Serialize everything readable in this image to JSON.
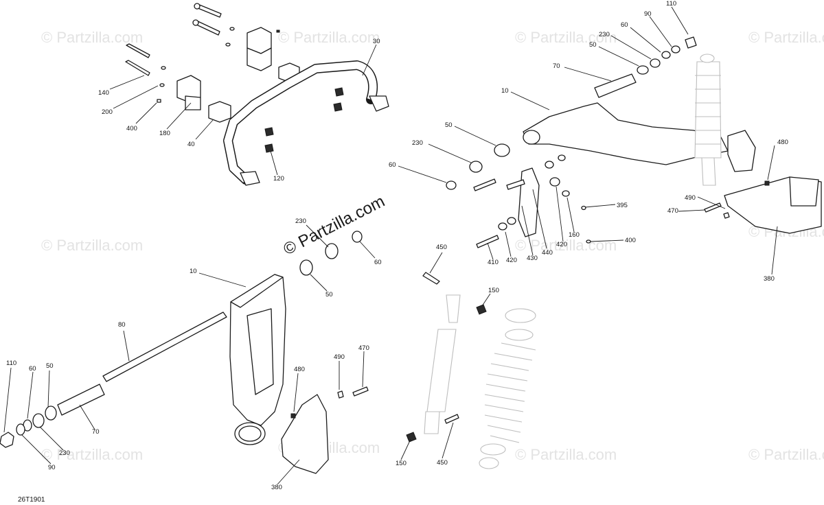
{
  "watermark": {
    "small": "© Partzilla.com",
    "large": "© Partzilla.com"
  },
  "drawing_ref": "26T1901",
  "callouts": {
    "c10_top": "10",
    "c10_bottom": "10",
    "c30": "30",
    "c40": "40",
    "c50_tr": "50",
    "c50_mid": "50",
    "c50_center": "50",
    "c50_left": "50",
    "c60_tr": "60",
    "c60_mid": "60",
    "c60_center": "60",
    "c60_left": "60",
    "c70_tr": "70",
    "c70_left": "70",
    "c80": "80",
    "c90_tr": "90",
    "c90_left": "90",
    "c110_tr": "110",
    "c110_left": "110",
    "c120": "120",
    "c140": "140",
    "c150_top": "150",
    "c150_bottom": "150",
    "c160": "160",
    "c180": "180",
    "c200": "200",
    "c230_tr": "230",
    "c230_mid": "230",
    "c230_center": "230",
    "c230_left": "230",
    "c380_right": "380",
    "c380_bottom": "380",
    "c395": "395",
    "c400_left": "400",
    "c400_right": "400",
    "c410": "410",
    "c420_a": "420",
    "c420_b": "420",
    "c430": "430",
    "c440": "440",
    "c450_top": "450",
    "c450_bottom": "450",
    "c470_right": "470",
    "c470_center": "470",
    "c480_right": "480",
    "c480_center": "480",
    "c490_right": "490",
    "c490_center": "490"
  }
}
